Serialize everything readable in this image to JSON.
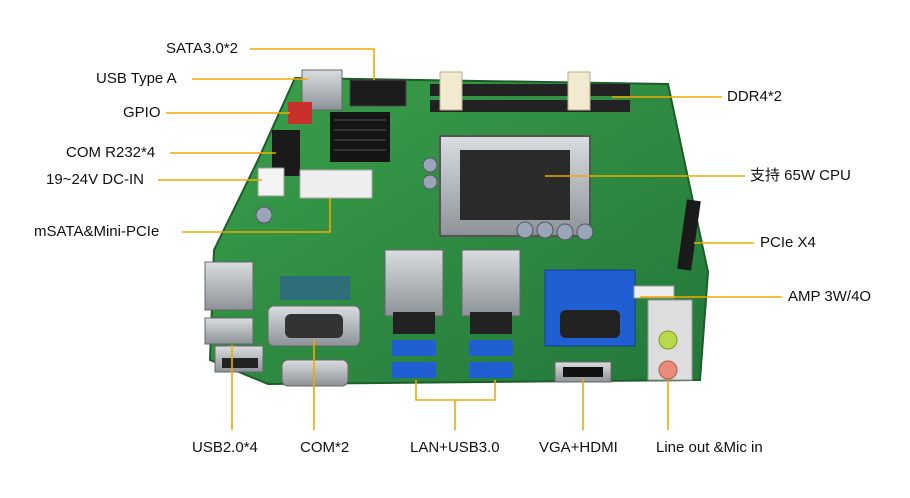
{
  "labels": {
    "sata": "SATA3.0*2",
    "usb_type_a": "USB Type A",
    "gpio": "GPIO",
    "com_r232": "COM R232*4",
    "dc_in": "19~24V DC-IN",
    "msata": "mSATA&Mini-PCIe",
    "ddr4": "DDR4*2",
    "cpu": "支持 65W CPU",
    "pcie": "PCIe X4",
    "amp": "AMP 3W/4O",
    "usb2": "USB2.0*4",
    "com2": "COM*2",
    "lan_usb3": "LAN+USB3.0",
    "vga_hdmi": "VGA+HDMI",
    "audio": "Line out &Mic in"
  },
  "colors": {
    "leader_line": "#f2a900",
    "pcb": "#2c8a3c",
    "pcb_dark": "#1f6b2d"
  }
}
